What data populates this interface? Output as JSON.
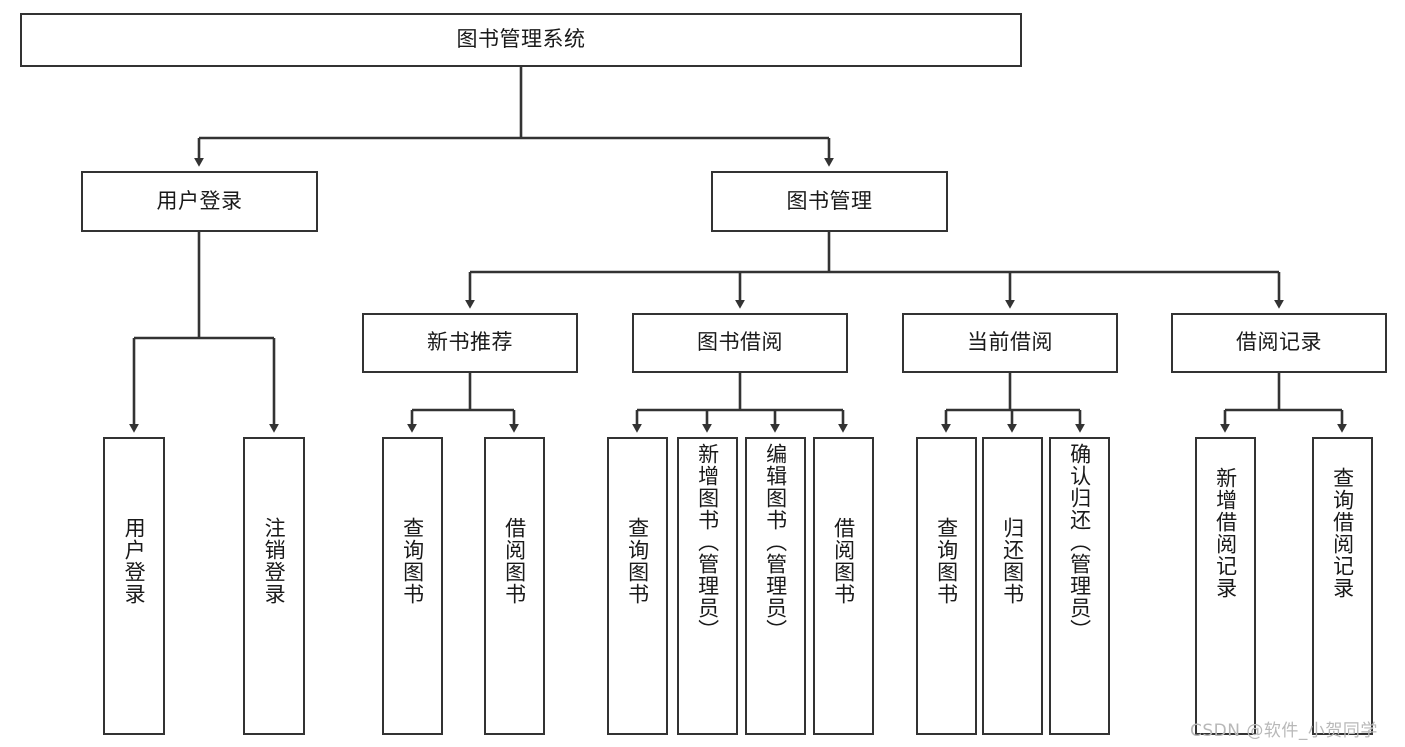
{
  "diagram": {
    "type": "tree-hierarchy-diagram",
    "title": "图书管理系统",
    "root": {
      "id": "root",
      "label": "图书管理系统"
    },
    "level2": [
      {
        "id": "user-login",
        "label": "用户登录"
      },
      {
        "id": "book-management",
        "label": "图书管理"
      }
    ],
    "level3": [
      {
        "id": "new-book-recommend",
        "label": "新书推荐",
        "parent": "book-management"
      },
      {
        "id": "book-borrow",
        "label": "图书借阅",
        "parent": "book-management"
      },
      {
        "id": "current-borrow",
        "label": "当前借阅",
        "parent": "book-management"
      },
      {
        "id": "borrow-record",
        "label": "借阅记录",
        "parent": "book-management"
      }
    ],
    "leaves": {
      "user_login": [
        {
          "id": "leaf-user-login",
          "label": "用户登录"
        },
        {
          "id": "leaf-logout",
          "label": "注销登录"
        }
      ],
      "new_book_recommend": [
        {
          "id": "leaf-query-book-1",
          "label": "查询图书"
        },
        {
          "id": "leaf-borrow-book-1",
          "label": "借阅图书"
        }
      ],
      "book_borrow": [
        {
          "id": "leaf-query-book-2",
          "label": "查询图书"
        },
        {
          "id": "leaf-add-book",
          "label": "新增图书（管理员）"
        },
        {
          "id": "leaf-edit-book",
          "label": "编辑图书（管理员）"
        },
        {
          "id": "leaf-borrow-book-2",
          "label": "借阅图书"
        }
      ],
      "current_borrow": [
        {
          "id": "leaf-query-book-3",
          "label": "查询图书"
        },
        {
          "id": "leaf-return-book",
          "label": "归还图书"
        },
        {
          "id": "leaf-confirm-return",
          "label": "确认归还（管理员）"
        }
      ],
      "borrow_record": [
        {
          "id": "leaf-add-record",
          "label": "新增借阅记录"
        },
        {
          "id": "leaf-query-record",
          "label": "查询借阅记录"
        }
      ]
    },
    "colors": {
      "stroke": "#333333",
      "fill": "#ffffff",
      "text": "#1a1a1a",
      "watermark": "#b8b8b8"
    }
  },
  "watermark": {
    "text": "CSDN @软件_小贺同学"
  }
}
